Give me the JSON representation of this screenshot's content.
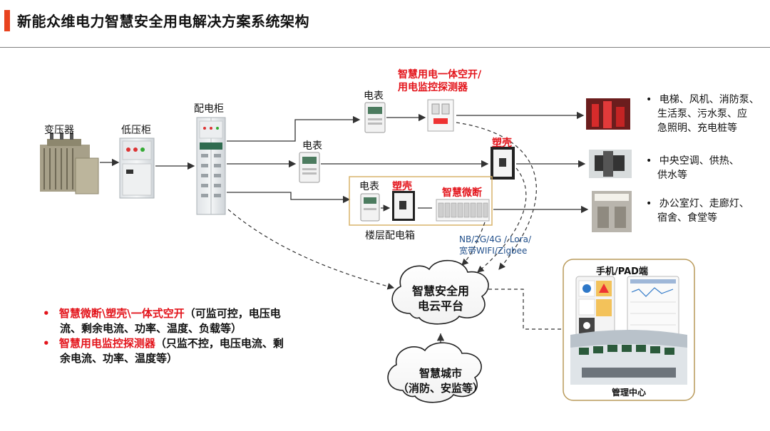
{
  "title": "新能众维电力智慧安全用电解决方案系统架构",
  "labels": {
    "transformer": "变压器",
    "lv_cabinet": "低压柜",
    "dist_cabinet": "配电柜",
    "meter_top": "电表",
    "meter_mid": "电表",
    "meter_floor": "电表",
    "smart_device_line1": "智慧用电一体空开/",
    "smart_device_line2": "用电监控探测器",
    "mccb_mid": "塑壳",
    "mccb_floor": "塑壳",
    "smart_mcb": "智慧微断",
    "floor_box": "楼层配电箱",
    "comm_line1": "NB/2G/4G / Lora/",
    "comm_line2": "宽带WIFI/Zigbee",
    "cloud_line1": "智慧安全用",
    "cloud_line2": "电云平台",
    "city_line1": "智慧城市",
    "city_line2": "（消防、安监等）",
    "mobile_title": "手机/PAD端",
    "mgmt_center": "管理中心"
  },
  "loads": [
    {
      "bullet": "•",
      "line1": "电梯、风机、消防泵、",
      "line2": "生活泵、污水泵、应",
      "line3": "急照明、充电桩等"
    },
    {
      "bullet": "•",
      "line1": "中央空调、供热、",
      "line2": "供水等"
    },
    {
      "bullet": "•",
      "line1": "办公室灯、走廊灯、",
      "line2": "宿舍、食堂等"
    }
  ],
  "notes": [
    {
      "bullet": "•",
      "red": "智慧微断\\塑壳\\一体式空开",
      "black1": "（可监可控，电压电",
      "black2": "流、剩余电流、功率、温度、负载等）"
    },
    {
      "bullet": "•",
      "red": "智慧用电监控探测器",
      "black1": "（只监不控，电压电流、剩",
      "black2": "余电流、功率、温度等）"
    }
  ],
  "colors": {
    "accent": "#e8431f",
    "highlight_red": "#e3141b",
    "line": "#333333",
    "frame_gold": "#d9b36a",
    "panel_border": "#b99a5a"
  },
  "icons": [
    "transformer-icon",
    "cabinet-icon",
    "meter-icon",
    "breaker-icon",
    "mcb-icon",
    "cloud-icon",
    "phone-icon",
    "control-room-icon"
  ]
}
